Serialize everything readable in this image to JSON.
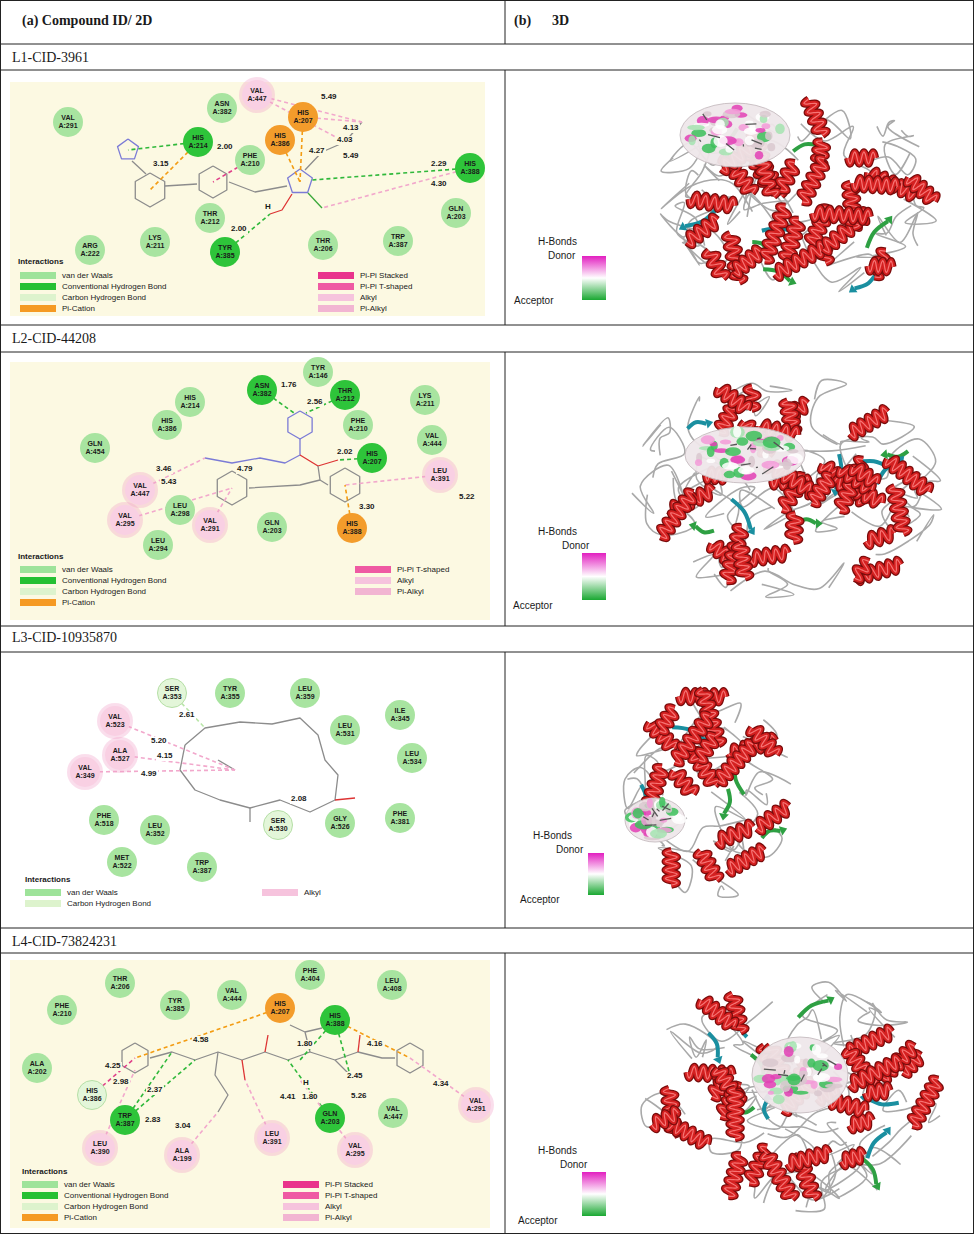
{
  "diagram": {
    "nodes": [
      {
        "text": [
          "VAL A:291"
        ]
      },
      {
        "text": [
          "VAL A:447"
        ]
      },
      {
        "text": [
          "ASN A:382"
        ]
      },
      {
        "text": [
          "HIS A:214"
        ]
      },
      {
        "text": [
          "HIS A:207"
        ]
      },
      {
        "text": [
          "HIS A:386"
        ]
      },
      {
        "text": [
          "PHE A:210"
        ]
      },
      {
        "text": [
          "HIS A:388"
        ]
      },
      {
        "text": [
          "THR A:212"
        ]
      },
      {
        "text": [
          "TYR A:385"
        ]
      },
      {
        "text": [
          "LYS A:211"
        ]
      },
      {
        "text": [
          "THR A:206"
        ]
      },
      {
        "text": [
          "TRP A:387"
        ]
      },
      {
        "text": [
          "GLN A:203"
        ]
      },
      {
        "text": [
          "ARG A:222"
        ]
      },
      {
        "text": [
          "TYR A:146"
        ]
      },
      {
        "text": [
          "ASN A:382"
        ]
      },
      {
        "text": [
          "THR A:212"
        ]
      },
      {
        "text": [
          "LYS A:211"
        ]
      },
      {
        "text": [
          "HIS A:214"
        ]
      },
      {
        "text": [
          "PHE A:210"
        ]
      },
      {
        "text": [
          "HIS A:386"
        ]
      },
      {
        "text": [
          "VAL A:444"
        ]
      },
      {
        "text": [
          "HIS A:207"
        ]
      },
      {
        "text": [
          "LEU A:391"
        ]
      },
      {
        "text": [
          "GLN A:454"
        ]
      },
      {
        "text": [
          "VAL A:447"
        ]
      },
      {
        "text": [
          "VAL A:295"
        ]
      },
      {
        "text": [
          "LEU A:298"
        ]
      },
      {
        "text": [
          "VAL A:291"
        ]
      },
      {
        "text": [
          "GLN A:203"
        ]
      },
      {
        "text": [
          "HIS A:388"
        ]
      },
      {
        "text": [
          "LEU A:294"
        ]
      },
      {
        "text": [
          "SER A:353"
        ]
      },
      {
        "text": [
          "TYR A:355"
        ]
      },
      {
        "text": [
          "LEU A:359"
        ]
      },
      {
        "text": [
          "VAL A:523"
        ]
      },
      {
        "text": [
          "ILE A:345"
        ]
      },
      {
        "text": [
          "LEU A:531"
        ]
      },
      {
        "text": [
          "ALA A:527"
        ]
      },
      {
        "text": [
          "LEU A:534"
        ]
      },
      {
        "text": [
          "VAL A:349"
        ]
      },
      {
        "text": [
          "PHE A:518"
        ]
      },
      {
        "text": [
          "LEU A:352"
        ]
      },
      {
        "text": [
          "PHE A:381"
        ]
      },
      {
        "text": [
          "SER A:530"
        ]
      },
      {
        "text": [
          "GLY A:526"
        ]
      },
      {
        "text": [
          "MET A:522"
        ]
      },
      {
        "text": [
          "TRP A:387"
        ]
      },
      {
        "text": [
          "THR A:206"
        ]
      },
      {
        "text": [
          "PHE A:404"
        ]
      },
      {
        "text": [
          "LEU A:408"
        ]
      },
      {
        "text": [
          "PHE A:210"
        ]
      },
      {
        "text": [
          "TYR A:385"
        ]
      },
      {
        "text": [
          "VAL A:444"
        ]
      },
      {
        "text": [
          "HIS A:207"
        ]
      },
      {
        "text": [
          "HIS A:388"
        ]
      },
      {
        "text": [
          "ALA A:202"
        ]
      },
      {
        "text": [
          "HIS A:386"
        ]
      },
      {
        "text": [
          "TRP A:387"
        ]
      },
      {
        "text": [
          "GLN A:203"
        ]
      },
      {
        "text": [
          "VAL A:447"
        ]
      },
      {
        "text": [
          "VAL A:291"
        ]
      },
      {
        "text": [
          "LEU A:390"
        ]
      },
      {
        "text": [
          "ALA A:199"
        ]
      },
      {
        "text": [
          "LEU A:391"
        ]
      },
      {
        "text": [
          "VAL A:295"
        ]
      }
    ],
    "labels": [
      "(a) Compound ID/ 2D",
      "(b)      3D",
      "L1-CID-3961",
      "5.49",
      "4.13",
      "4.03",
      "4.27",
      "5.49",
      "2.00",
      "3.15",
      "2.29",
      "4.30",
      "H",
      "2.00",
      "Interactions",
      "H-Bonds",
      "Donor",
      "Acceptor",
      "L2-CID-44208",
      "1.76",
      "2.56",
      "2.02",
      "3.46",
      "5.43",
      "4.79",
      "5.22",
      "3.30",
      "Interactions",
      "H-Bonds",
      "Donor",
      "Acceptor",
      "L3-CID-10935870",
      "2.61",
      "5.20",
      "4.15",
      "4.99",
      "2.08",
      "Interactions",
      "H-Bonds",
      "Donor",
      "Acceptor",
      "L4-CID-73824231",
      "4.58",
      "1.80",
      "4.16",
      "2.45",
      "4.25",
      "2.98",
      "2.37",
      "2.83",
      "H",
      "4.41",
      "1.80",
      "5.26",
      "3.04",
      "4.34",
      "Interactions",
      "H-Bonds",
      "Donor",
      "Acceptor"
    ],
    "legend": [
      {
        "text": "van der Waals",
        "color": "#9ee39a"
      },
      {
        "text": "Conventional Hydrogen Bond",
        "color": "#26c033"
      },
      {
        "text": "Carbon Hydrogen Bond",
        "color": "#ddf3cd"
      },
      {
        "text": "Pi-Cation",
        "color": "#f59a23"
      },
      {
        "text": "Pi-Pi Stacked",
        "color": "#e9348c"
      },
      {
        "text": "Pi-Pi T-shaped",
        "color": "#ef5aa3"
      },
      {
        "text": "Alkyl",
        "color": "#f6c3dd"
      },
      {
        "text": "Pi-Alkyl",
        "color": "#f2b5d2"
      },
      {
        "text": "van der Waals",
        "color": "#9ee39a"
      },
      {
        "text": "Conventional Hydrogen Bond",
        "color": "#26c033"
      },
      {
        "text": "Carbon Hydrogen Bond",
        "color": "#ddf3cd"
      },
      {
        "text": "Pi-Cation",
        "color": "#f59a23"
      },
      {
        "text": "Pi-Pi T-shaped",
        "color": "#ef5aa3"
      },
      {
        "text": "Alkyl",
        "color": "#f6c3dd"
      },
      {
        "text": "Pi-Alkyl",
        "color": "#f2b5d2"
      },
      {
        "text": "van der Waals",
        "color": "#9ee39a"
      },
      {
        "text": "Carbon Hydrogen Bond",
        "color": "#ddf3cd"
      },
      {
        "text": "Alkyl",
        "color": "#f6c3dd"
      },
      {
        "text": "van der Waals",
        "color": "#9ee39a"
      },
      {
        "text": "Conventional Hydrogen Bond",
        "color": "#26c033"
      },
      {
        "text": "Carbon Hydrogen Bond",
        "color": "#ddf3cd"
      },
      {
        "text": "Pi-Cation",
        "color": "#f59a23"
      },
      {
        "text": "Pi-Pi Stacked",
        "color": "#e9348c"
      },
      {
        "text": "Pi-Pi T-shaped",
        "color": "#ef5aa3"
      },
      {
        "text": "Alkyl",
        "color": "#f6c3dd"
      },
      {
        "text": "Pi-Alkyl",
        "color": "#f2b5d2"
      }
    ]
  }
}
